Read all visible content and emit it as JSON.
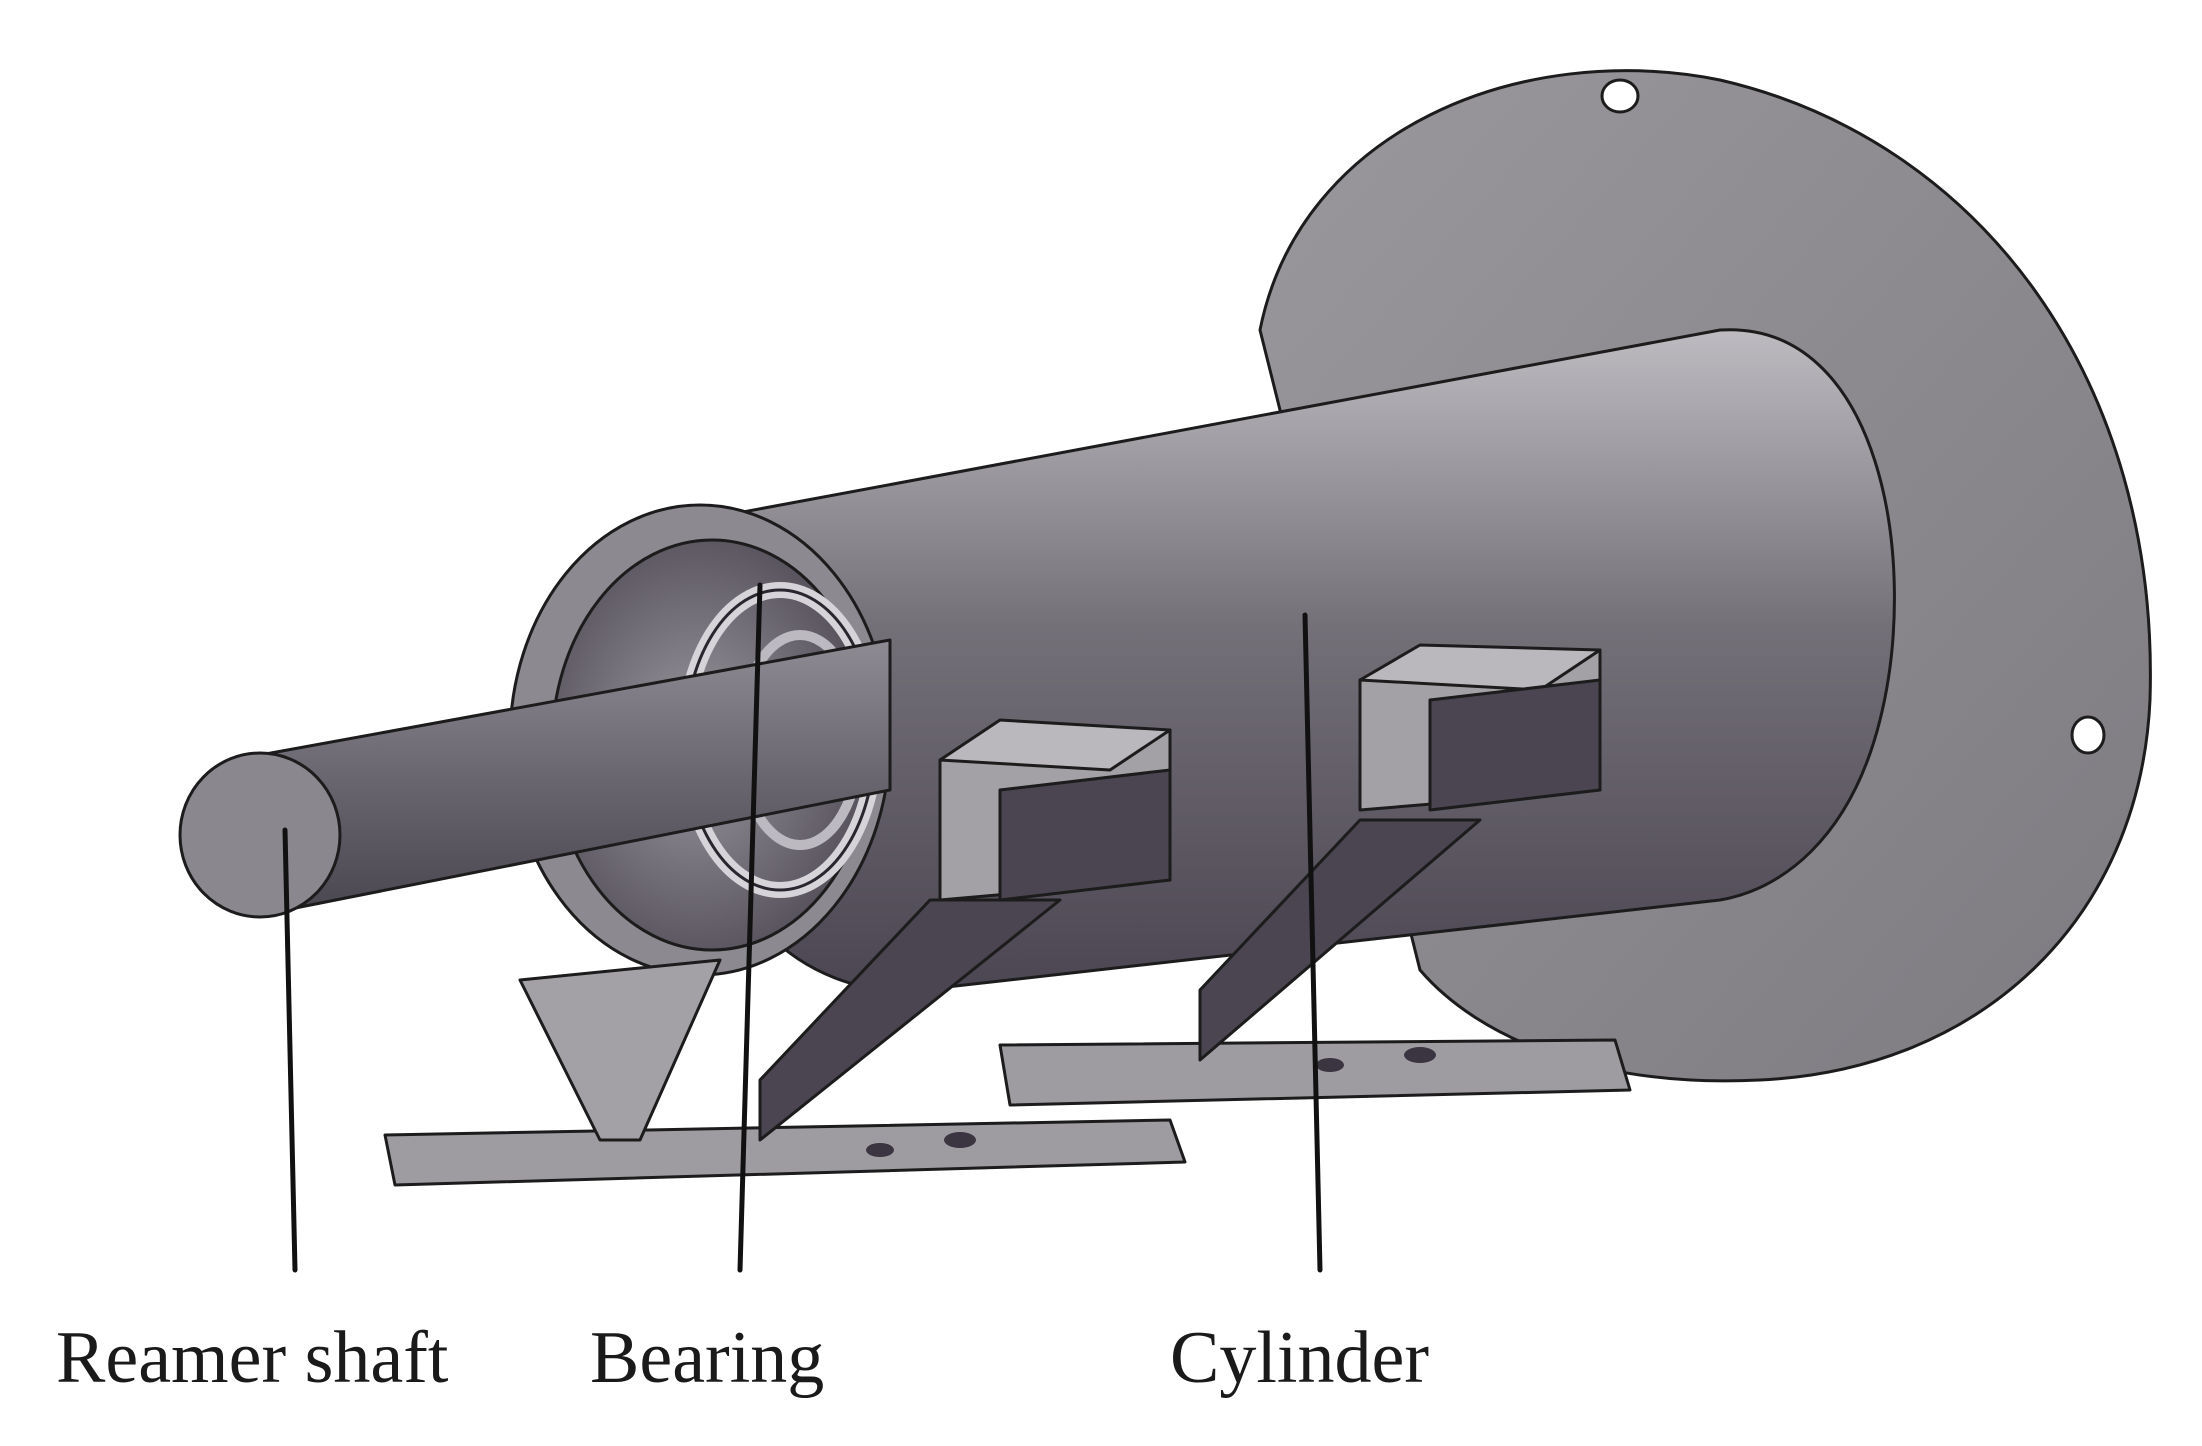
{
  "labels": {
    "reamer_shaft": "Reamer shaft",
    "bearing": "Bearing",
    "cylinder": "Cylinder"
  },
  "colors": {
    "background": "#ffffff",
    "flange": "#8c8a8d",
    "cylinder_body": "#6f6a73",
    "support_face": "#a19fa3",
    "support_dark": "#4a4550",
    "shaft": "#6a6670",
    "leader_line": "#111111"
  }
}
